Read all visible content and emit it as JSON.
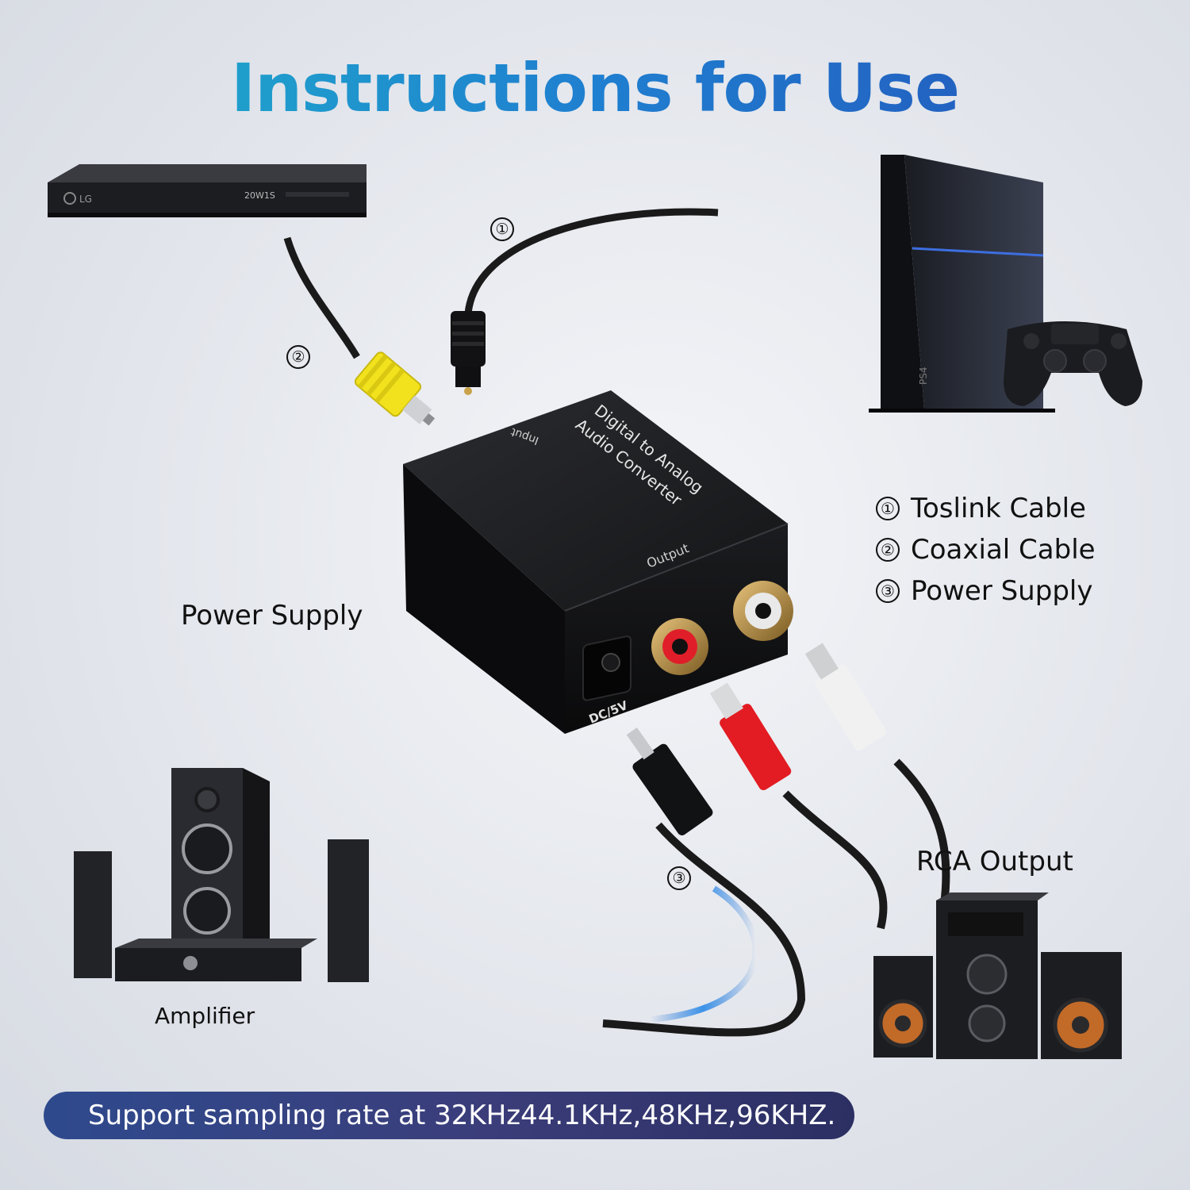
{
  "title": "Instructions for Use",
  "legend": {
    "items": [
      {
        "num": "①",
        "label": "Toslink Cable"
      },
      {
        "num": "②",
        "label": "Coaxial Cable"
      },
      {
        "num": "③",
        "label": "Power Supply"
      }
    ]
  },
  "markers": {
    "m1": "①",
    "m2": "②",
    "m3": "③"
  },
  "labels": {
    "power_supply": "Power Supply",
    "amplifier": "Amplifier",
    "rca_output": "RCA Output"
  },
  "converter": {
    "title_line1": "Digital to Analog",
    "title_line2": "Audio Converter",
    "input": "Input",
    "output": "Output",
    "dc": "DC/5V"
  },
  "devices": {
    "bluray_brand": "LG",
    "bluray_display": "20W1S",
    "console_badge": "PS4"
  },
  "footer": "Support sampling rate at 32KHz44.1KHz,48KHz,96KHZ."
}
